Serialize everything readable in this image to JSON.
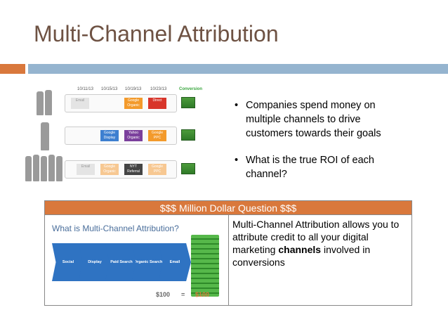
{
  "slide": {
    "title": "Multi-Channel Attribution"
  },
  "diagram": {
    "dates": [
      "10/11/13",
      "10/15/13",
      "10/19/13",
      "10/23/13"
    ],
    "conversion_label": "Conversion",
    "rows": [
      [
        "Email",
        "Google Organic",
        "Direct"
      ],
      [
        "Google Display",
        "Yahoo Organic",
        "Google PPC"
      ],
      [
        "Email",
        "Google Organic",
        "NYT Referral",
        "Google PPC"
      ]
    ]
  },
  "bullets": [
    "Companies spend money on multiple channels to drive customers towards their goals",
    "What is the true ROI of each channel?"
  ],
  "question": {
    "header": "$$$ Million Dollar Question $$$",
    "image_title": "What is Multi-Channel Attribution?",
    "flow_steps": [
      "Social",
      "Display",
      "Paid Search",
      "Organic Search",
      "Email"
    ],
    "spend": "$100",
    "equals": "=",
    "return": "$100",
    "answer_pre": "Multi-Channel Attribution allows you to attribute credit to all your digital marketing ",
    "answer_bold": "channels",
    "answer_post": " involved in conversions"
  },
  "colors": {
    "title": "#6e5243",
    "accent_orange": "#d9783c",
    "accent_blue": "#95b4cf"
  }
}
